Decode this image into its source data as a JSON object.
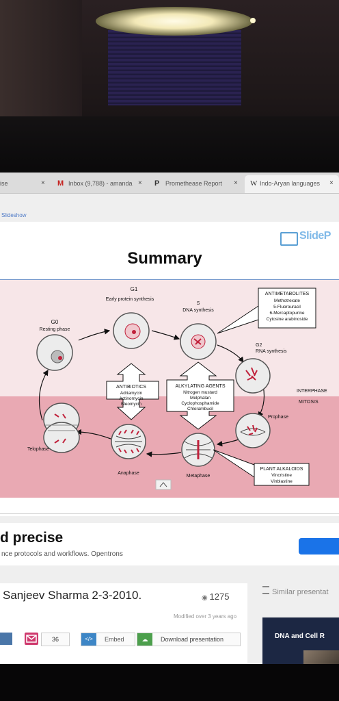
{
  "browser": {
    "tabs": [
      {
        "label": "ise",
        "favicon": "",
        "close": "×"
      },
      {
        "label": "Inbox (9,788) - amanda",
        "favicon": "M",
        "close": "×"
      },
      {
        "label": "Promethease Report",
        "favicon": "P",
        "close": "×"
      },
      {
        "label": "Indo-Aryan languages",
        "favicon": "W",
        "close": "×"
      }
    ],
    "active_tab": 3
  },
  "page": {
    "slideshow_link": "Slideshow",
    "logo_text": "SlideP",
    "slide_title": "Summary"
  },
  "diagram": {
    "phases": {
      "g1": "G1",
      "g1_label": "Early protein synthesis",
      "s": "S",
      "s_label": "DNA synthesis",
      "g0": "G0",
      "g0_label": "Resting phase",
      "g2": "G2",
      "g2_label": "RNA synthesis",
      "prophase": "Prophase",
      "metaphase": "Metaphase",
      "anaphase": "Anaphase",
      "telophase": "Telophase",
      "interphase": "INTERPHASE",
      "mitosis": "MITOSIS"
    },
    "antimetabolites": {
      "title": "ANTIMETABOLITES",
      "items": [
        "Methotrexate",
        "5-Fluorouracil",
        "6-Mercaptopurine",
        "Cytosine arabinoside"
      ]
    },
    "antibiotics": {
      "title": "ANTIBIOTICS",
      "items": [
        "Adriamycin",
        "Actinomycin",
        "Bleomycin"
      ]
    },
    "alkylating": {
      "title": "ALKYLATING AGENTS",
      "items": [
        "Nitrogen mustard",
        "Melphalan",
        "Cyclophosphamide",
        "Chlorambucil"
      ]
    },
    "alkaloids": {
      "title": "PLANT ALKALOIDS",
      "items": [
        "Vincristine",
        "Vinblastine"
      ]
    },
    "colors": {
      "interphase_bg": "#f7e6e8",
      "mitosis_bg": "#e9a9b3",
      "cell_fill": "#ececec",
      "chromosome": "#c0203a"
    }
  },
  "ad": {
    "title": "d precise",
    "subtitle": "nce protocols and workflows. Opentrons"
  },
  "presentation": {
    "author_date": "Sanjeev Sharma 2-3-2010.",
    "views": "1275",
    "modified": "Modified over 3 years ago",
    "share_count": "36",
    "embed_label": "Embed",
    "download_label": "Download presentation",
    "embed_icon": "</>",
    "download_icon": "cloud-download-icon"
  },
  "sidebar": {
    "similar_label": "Similar presentat",
    "card_title": "DNA and Cell R"
  }
}
